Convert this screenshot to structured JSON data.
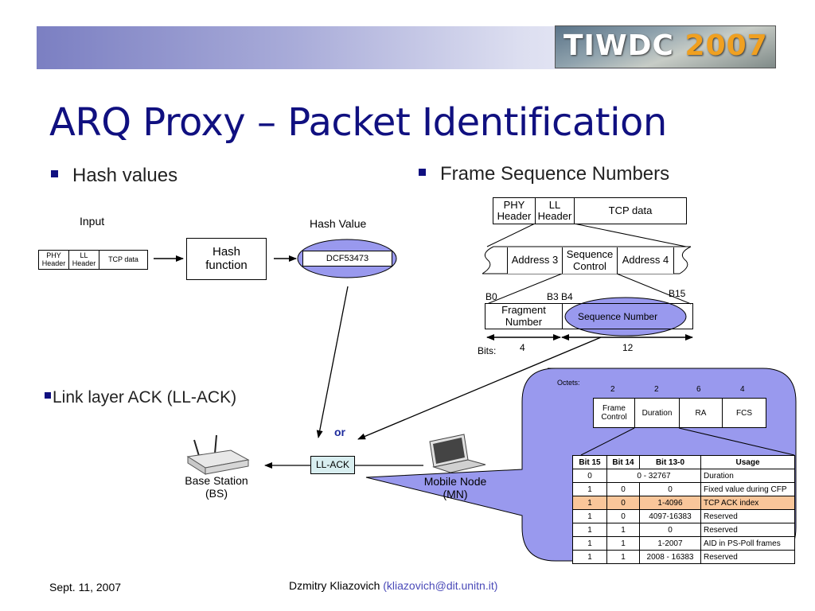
{
  "logo": {
    "text_a": "TIWDC",
    "text_b": "2007"
  },
  "title": "ARQ Proxy – Packet Identification",
  "bullets": {
    "hash": "Hash values",
    "frame_seq": "Frame Sequence Numbers",
    "ll_ack": "Link layer ACK (LL-ACK)"
  },
  "hash_diagram": {
    "input_label": "Input",
    "packet": {
      "phy": [
        "PHY",
        "Header"
      ],
      "ll": [
        "LL",
        "Header"
      ],
      "tcp": "TCP data"
    },
    "hash_function": [
      "Hash",
      "function"
    ],
    "hash_value_label": "Hash Value",
    "hash_value": "DCF53473"
  },
  "frame_diagram": {
    "packet": {
      "phy": [
        "PHY",
        "Header"
      ],
      "ll": [
        "LL",
        "Header"
      ],
      "tcp": "TCP data"
    },
    "fields": {
      "address3": "Address 3",
      "seq_control": [
        "Sequence",
        "Control"
      ],
      "address4": "Address 4"
    },
    "bit_labels": {
      "b0": "B0",
      "b3b4": "B3 B4",
      "b15": "B15"
    },
    "fragment": [
      "Fragment",
      "Number"
    ],
    "sequence_number": "Sequence Number",
    "bits_label": "Bits:",
    "fragment_bits": "4",
    "sequence_bits": "12"
  },
  "network": {
    "or_label": "or",
    "ll_ack": "LL-ACK",
    "base_station": [
      "Base Station",
      "(BS)"
    ],
    "mobile_node": [
      "Mobile Node",
      "(MN)"
    ]
  },
  "frame_format": {
    "octets_label": "Octets:",
    "octets": [
      "2",
      "2",
      "6",
      "4"
    ],
    "fields": [
      [
        "Frame",
        "Control"
      ],
      "Duration",
      "RA",
      "FCS"
    ]
  },
  "duration_table": {
    "headers": [
      "Bit 15",
      "Bit 14",
      "Bit 13-0",
      "Usage"
    ],
    "rows": [
      {
        "b15": "0",
        "span": "0 - 32767",
        "usage": "Duration"
      },
      {
        "b15": "1",
        "b14": "0",
        "b13": "0",
        "usage": "Fixed value during CFP"
      },
      {
        "b15": "1",
        "b14": "0",
        "b13": "1-4096",
        "usage": "TCP ACK index",
        "highlight": true
      },
      {
        "b15": "1",
        "b14": "0",
        "b13": "4097-16383",
        "usage": "Reserved"
      },
      {
        "b15": "1",
        "b14": "1",
        "b13": "0",
        "usage": "Reserved"
      },
      {
        "b15": "1",
        "b14": "1",
        "b13": "1-2007",
        "usage": "AID in PS-Poll frames"
      },
      {
        "b15": "1",
        "b14": "1",
        "b13": "2008 - 16383",
        "usage": "Reserved"
      }
    ]
  },
  "footer": {
    "date": "Sept. 11, 2007",
    "author": "Dzmitry Kliazovich",
    "email": "(kliazovich@dit.unitn.it)"
  },
  "colors": {
    "title": "#101080",
    "ellipse_fill": "#9999ee",
    "callout_fill": "#9999ee",
    "ll_ack_fill": "#d8eef0",
    "highlight_row": "#f9c69a"
  }
}
